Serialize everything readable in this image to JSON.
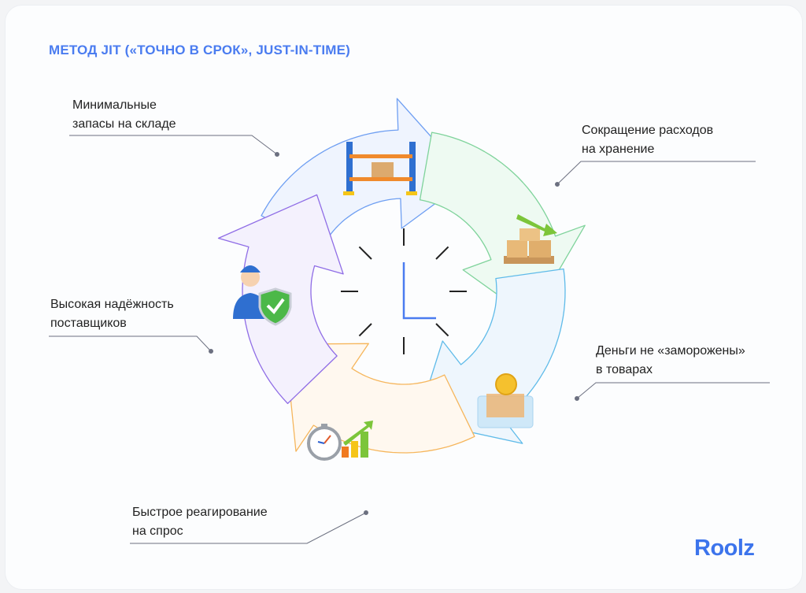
{
  "title": "МЕТОД JIT («ТОЧНО В СРОК», JUST-IN-TIME)",
  "steps": [
    {
      "line1": "Минимальные",
      "line2": "запасы на складе",
      "icon": "warehouse-shelf-icon",
      "stroke": "#6f9ff2",
      "fill": "#eff4fe"
    },
    {
      "line1": "Сокращение расходов",
      "line2": "на хранение",
      "icon": "boxes-down-arrow-icon",
      "stroke": "#7fd39b",
      "fill": "#eefaf2"
    },
    {
      "line1": "Деньги не «заморожены»",
      "line2": "в товарах",
      "icon": "frozen-coin-box-icon",
      "stroke": "#5fbbe9",
      "fill": "#eef6fd"
    },
    {
      "line1": "Быстрое реагирование",
      "line2": "на спрос",
      "icon": "stopwatch-growth-chart-icon",
      "stroke": "#f6b65c",
      "fill": "#fff8ef"
    },
    {
      "line1": "Высокая надёжность",
      "line2": "поставщиков",
      "icon": "supplier-shield-icon",
      "stroke": "#8f6de6",
      "fill": "#f4f1fd"
    }
  ],
  "logo": "Roolz",
  "center_icon": "clock-icon"
}
